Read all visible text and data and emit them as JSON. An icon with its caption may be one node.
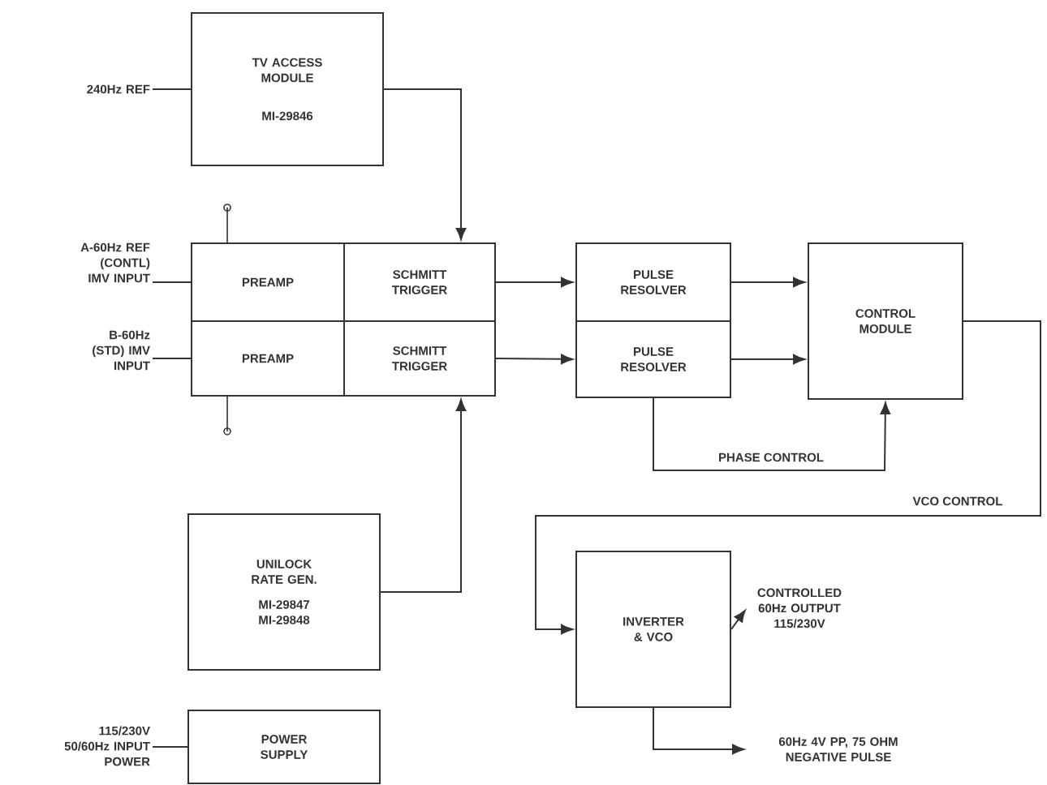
{
  "diagram": {
    "nodes": [
      {
        "text": [
          "TV ACCESS MODULE",
          "MI-29846"
        ]
      },
      {
        "text": [
          "PREAMP"
        ]
      },
      {
        "text": [
          "SCHMITT TRIGGER"
        ]
      },
      {
        "text": [
          "PREAMP"
        ]
      },
      {
        "text": [
          "SCHMITT TRIGGER"
        ]
      },
      {
        "text": [
          "PULSE RESOLVER"
        ]
      },
      {
        "text": [
          "PULSE RESOLVER"
        ]
      },
      {
        "text": [
          "CONTROL MODULE"
        ]
      },
      {
        "text": [
          "UNILOCK RATE GEN.",
          "MI-29847 MI-29848"
        ]
      },
      {
        "text": [
          "POWER SUPPLY"
        ]
      },
      {
        "text": [
          "INVERTER & VCO"
        ]
      },
      {
        "text": [
          "240Hz REF"
        ]
      },
      {
        "text": [
          "A-60Hz REF (CONTL) IMV INPUT"
        ]
      },
      {
        "text": [
          "B-60Hz (STD) IMV INPUT"
        ]
      },
      {
        "text": [
          "115/230V 50/60Hz INPUT POWER"
        ]
      },
      {
        "text": [
          "CONTROLLED 60Hz OUTPUT 115/230V"
        ]
      },
      {
        "text": [
          "60Hz 4V PP, 75 OHM NEGATIVE PULSE"
        ]
      }
    ],
    "edges": [
      {
        "from": 11,
        "to": 0,
        "arrow": "none"
      },
      {
        "from": 12,
        "to": 1,
        "arrow": "none"
      },
      {
        "from": 13,
        "to": 3,
        "arrow": "none"
      },
      {
        "from": 0,
        "to": 2,
        "arrow": "to"
      },
      {
        "from": 2,
        "to": 5,
        "arrow": "to"
      },
      {
        "from": 4,
        "to": 6,
        "arrow": "to"
      },
      {
        "from": 5,
        "to": 7,
        "arrow": "to"
      },
      {
        "from": 6,
        "to": 7,
        "arrow": "to"
      },
      {
        "from": 6,
        "to": 7,
        "arrow": "to",
        "label": "PHASE CONTROL"
      },
      {
        "from": 7,
        "to": 10,
        "arrow": "to",
        "label": "VCO CONTROL"
      },
      {
        "from": 8,
        "to": 4,
        "arrow": "to"
      },
      {
        "from": 10,
        "to": 15,
        "arrow": "to"
      },
      {
        "from": 10,
        "to": 16,
        "arrow": "to"
      },
      {
        "from": 14,
        "to": 9,
        "arrow": "none"
      }
    ]
  }
}
